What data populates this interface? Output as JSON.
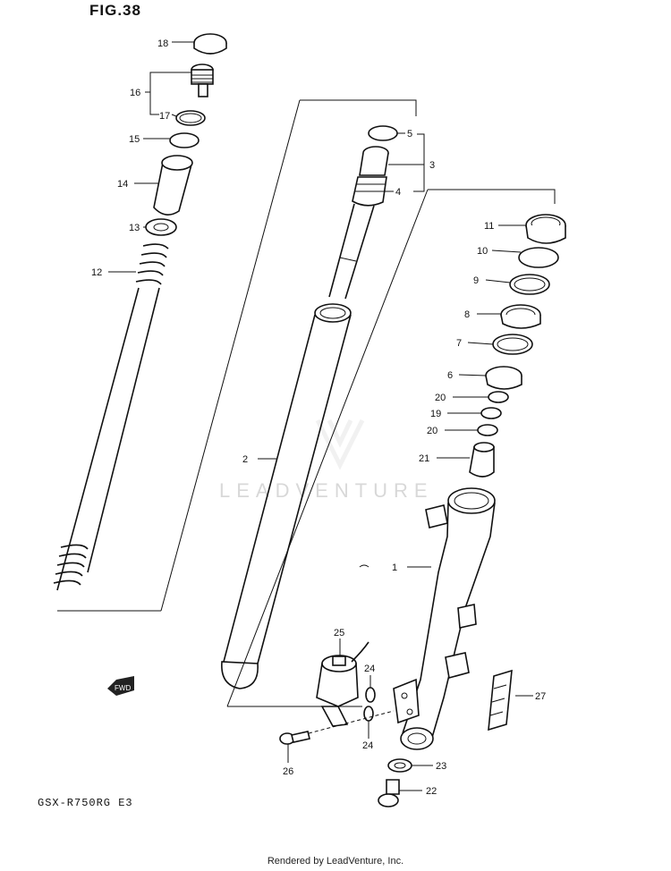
{
  "figure": {
    "title": "FIG.38",
    "model_code": "GSX-R750RG  E3",
    "footer": "Rendered by LeadVenture, Inc.",
    "watermark": "LEADVENTURE",
    "fwd_label": "FWD"
  },
  "callouts": [
    "18",
    "16",
    "17",
    "15",
    "14",
    "13",
    "12",
    "5",
    "3",
    "4",
    "11",
    "10",
    "9",
    "8",
    "7",
    "6",
    "20",
    "19",
    "20",
    "21",
    "2",
    "1",
    "25",
    "24",
    "24",
    "27",
    "26",
    "23",
    "22"
  ]
}
